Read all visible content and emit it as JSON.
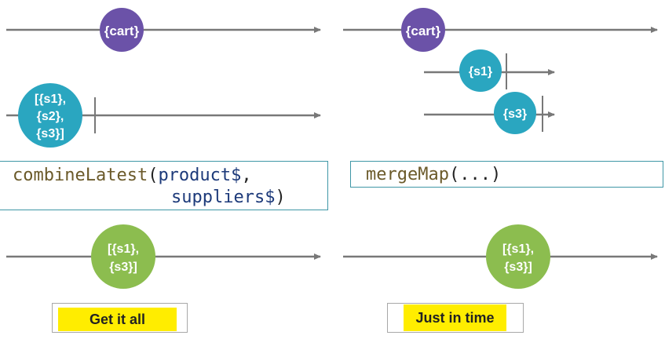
{
  "colors": {
    "line": "#787878",
    "cart": "#6b52a8",
    "supplier": "#2aa6c0",
    "result": "#8cbd4f",
    "highlight": "#ffed00",
    "op_border": "#3f97a6"
  },
  "left": {
    "cart_label": "{cart}",
    "suppliers_label": [
      "[{s1},",
      "{s2},",
      "{s3}]"
    ],
    "operator": {
      "name": "combineLatest",
      "open": "(",
      "arg1": "product$",
      "comma": ",",
      "arg2": "suppliers$",
      "close": ")"
    },
    "result_label": [
      "[{s1},",
      "{s3}]"
    ],
    "caption": "Get it all"
  },
  "right": {
    "cart_label": "{cart}",
    "s1_label": "{s1}",
    "s3_label": "{s3}",
    "operator": {
      "name": "mergeMap",
      "args": "(...)"
    },
    "result_label": [
      "[{s1},",
      "{s3}]"
    ],
    "caption": "Just in time"
  }
}
